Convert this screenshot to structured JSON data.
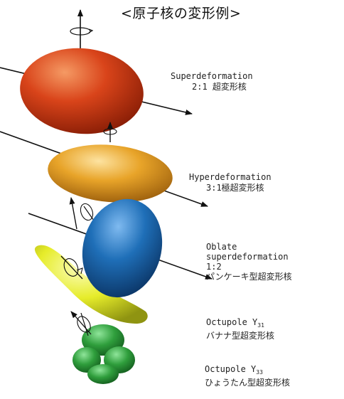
{
  "title": "<原子核の変形例>",
  "colors": {
    "superdeformed": "#d9441a",
    "hyperdeformed": "#e8a429",
    "oblate": "#1f6fb8",
    "banana": "#e6ec2a",
    "gourd": "#2f9e3c"
  },
  "shapes": [
    {
      "id": "superdeformation",
      "lines": [
        "Superdeformation",
        "2:1 超変形核"
      ]
    },
    {
      "id": "hyperdeformation",
      "lines": [
        "Hyperdeformation",
        "3:1極超変形核"
      ]
    },
    {
      "id": "oblate",
      "lines": [
        "Oblate",
        "superdeformation",
        "1:2",
        "パンケーキ型超変形核"
      ]
    },
    {
      "id": "octupole-y31",
      "name_prefix": "Octupole Y",
      "name_sub": "31",
      "japanese": "バナナ型超変形核"
    },
    {
      "id": "octupole-y33",
      "name_prefix": "Octupole Y",
      "name_sub": "33",
      "japanese": "ひょうたん型超変形核"
    }
  ]
}
